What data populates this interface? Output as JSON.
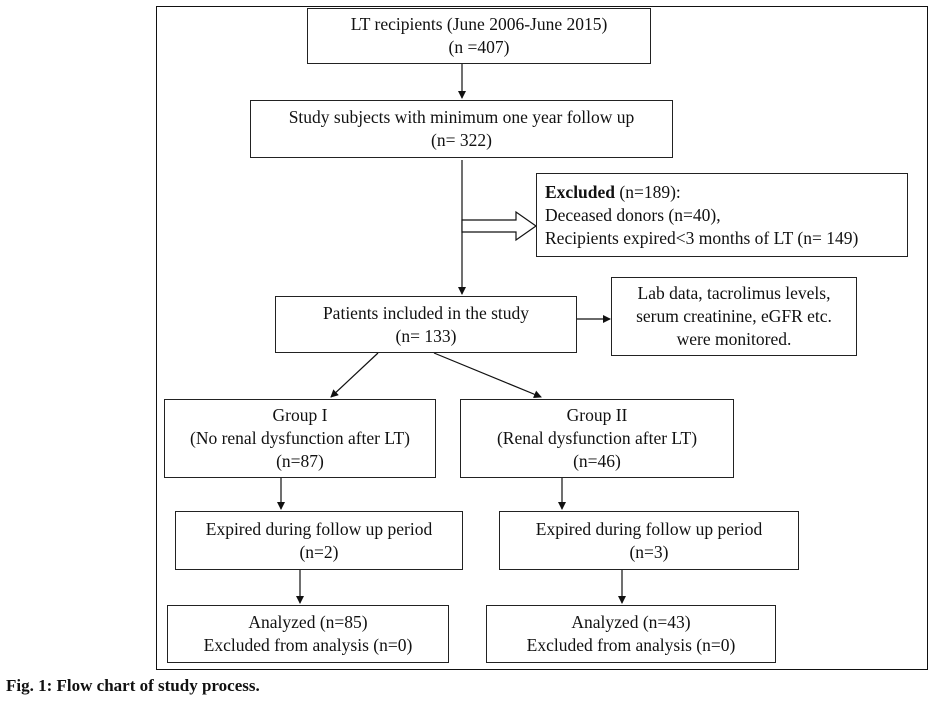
{
  "boxes": {
    "recipients": {
      "line1": "LT recipients (June 2006-June 2015)",
      "line2": "(n =407)"
    },
    "followup": {
      "line1": "Study subjects with minimum one year follow up",
      "line2": "(n= 322)"
    },
    "excluded": {
      "label_bold": "Excluded",
      "label_rest": " (n=189):",
      "line2": "Deceased donors (n=40),",
      "line3": "Recipients expired<3 months of LT (n= 149)"
    },
    "included": {
      "line1": "Patients included in the study",
      "line2": "(n= 133)"
    },
    "monitoring": {
      "line1": "Lab data, tacrolimus levels,",
      "line2": "serum creatinine, eGFR etc.",
      "line3": "were monitored."
    },
    "group1": {
      "line1": "Group I",
      "line2": "(No renal dysfunction after LT)",
      "line3": "(n=87)"
    },
    "group2": {
      "line1": "Group II",
      "line2": "(Renal dysfunction after LT)",
      "line3": "(n=46)"
    },
    "expired1": {
      "line1": "Expired during follow up period",
      "line2": "(n=2)"
    },
    "expired2": {
      "line1": "Expired during follow up period",
      "line2": "(n=3)"
    },
    "analyzed1": {
      "line1": "Analyzed (n=85)",
      "line2": "Excluded from analysis (n=0)"
    },
    "analyzed2": {
      "line1": "Analyzed (n=43)",
      "line2": "Excluded from analysis (n=0)"
    }
  },
  "caption": "Fig. 1: Flow chart of study process."
}
